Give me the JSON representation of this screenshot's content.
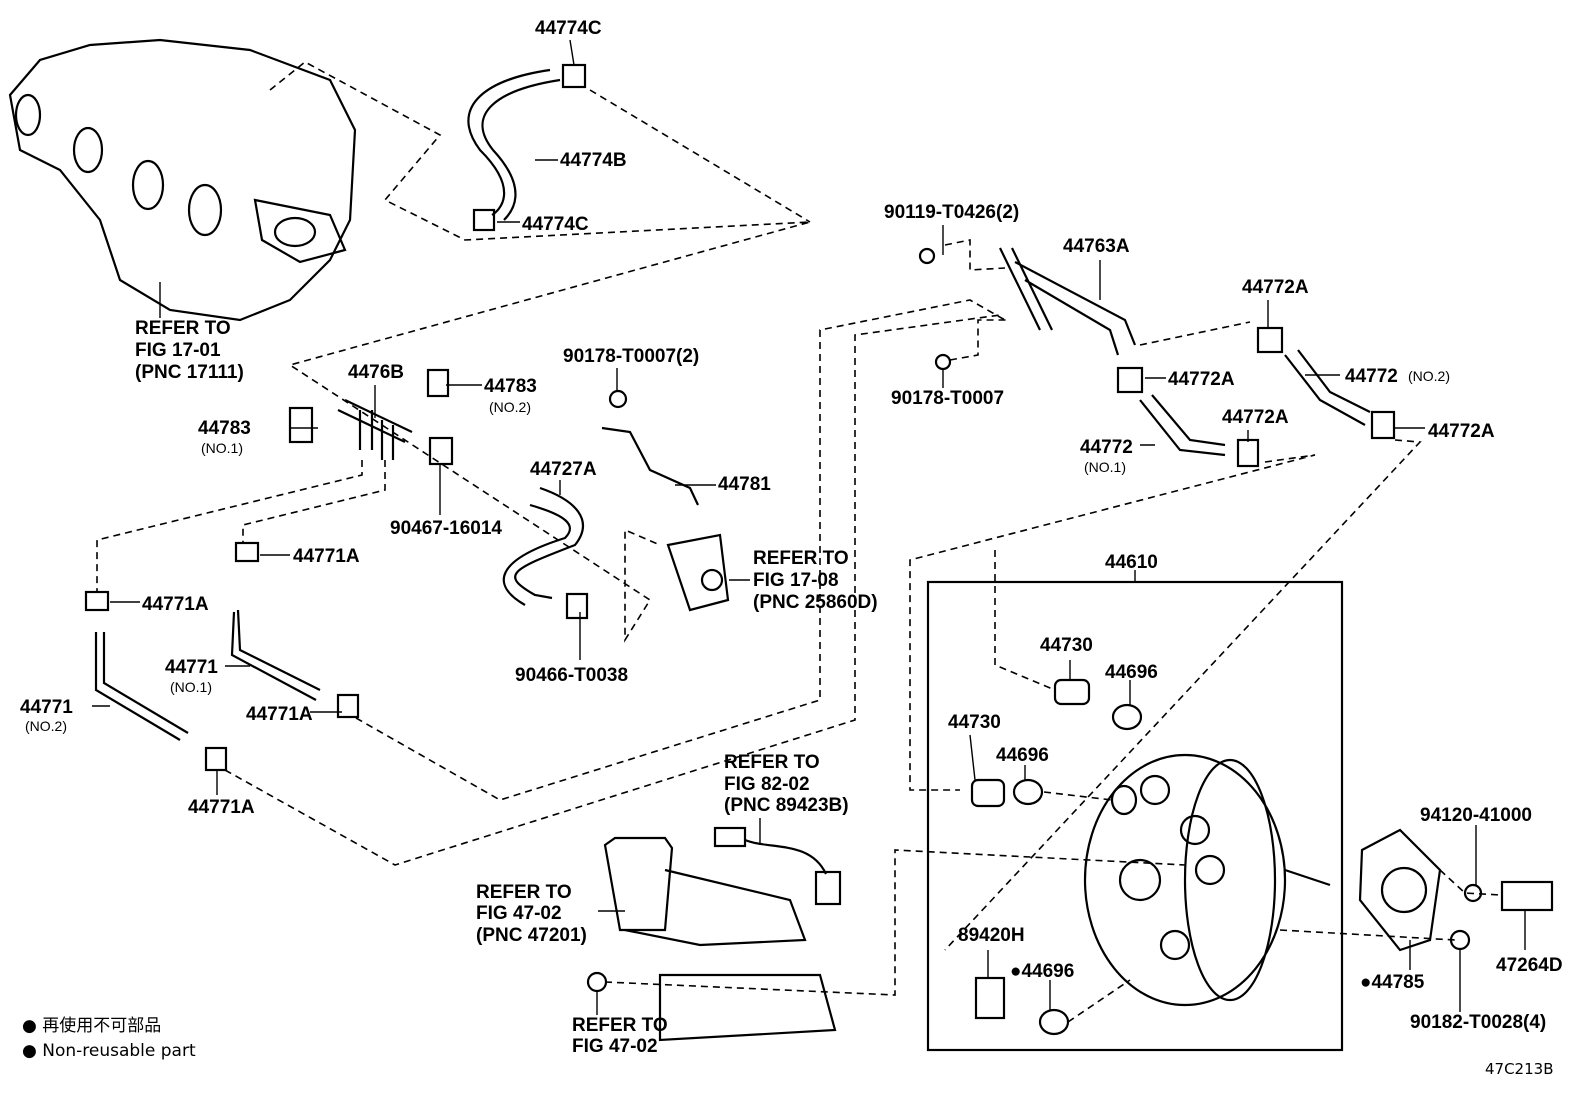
{
  "labels": {
    "p44774c_top": "44774C",
    "p44774b": "44774B",
    "p44774c_bot": "44774C",
    "ref_17_01": [
      "REFER TO",
      "FIG 17-01",
      "(PNC 17111)"
    ],
    "p4476b": "4476B",
    "p44783_no2": "44783",
    "no2_a": "(NO.2)",
    "p44783_no1": "44783",
    "no1_a": "(NO.1)",
    "p90178_t0007_2": "90178-T0007(2)",
    "p44781": "44781",
    "p44727a": "44727A",
    "p90467_16014": "90467-16014",
    "p44771a_1": "44771A",
    "p44771a_2": "44771A",
    "ref_17_08": [
      "REFER TO",
      "FIG 17-08",
      "(PNC 25860D)"
    ],
    "p90466_t0038": "90466-T0038",
    "p44771_no1": "44771",
    "no1_b": "(NO.1)",
    "p44771_no2": "44771",
    "no2_b": "(NO.2)",
    "p44771a_3": "44771A",
    "p44771a_4": "44771A",
    "p90119_t0426_2": "90119-T0426(2)",
    "p44763a": "44763A",
    "p44772a_1": "44772A",
    "p44772a_2": "44772A",
    "p90178_t0007": "90178-T0007",
    "p44772_no2": "44772",
    "no2_c": "(NO.2)",
    "p44772a_3": "44772A",
    "p44772a_4": "44772A",
    "p44772_no1": "44772",
    "no1_c": "(NO.1)",
    "p44610": "44610",
    "p44730_1": "44730",
    "p44696_1": "44696",
    "p44730_2": "44730",
    "p44696_2": "44696",
    "ref_82_02": [
      "REFER TO",
      "FIG 82-02",
      "(PNC 89423B)"
    ],
    "p94120_41000": "94120-41000",
    "ref_47_02_a": [
      "REFER TO",
      "FIG 47-02",
      "(PNC 47201)"
    ],
    "p89420h": "89420H",
    "p44696_3": "●44696",
    "p44785": "●44785",
    "p47264d": "47264D",
    "p90182_t0028_4": "90182-T0028(4)",
    "ref_47_02_b": [
      "REFER TO",
      "FIG 47-02"
    ]
  },
  "legend": {
    "jp": "● 再使用不可部品",
    "en": "● Non-reusable part"
  },
  "illustration_code": "47C213B"
}
